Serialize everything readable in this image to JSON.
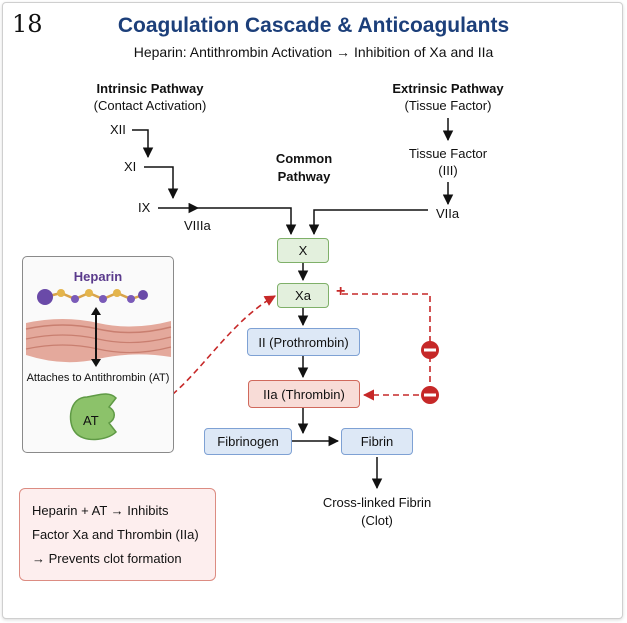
{
  "page_number": "18",
  "title": "Coagulation Cascade & Anticoagulants",
  "subtitle": "Heparin: Antithrombin Activation → Inhibition of Xa and IIa",
  "intrinsic": {
    "title": "Intrinsic Pathway",
    "subtitle": "(Contact Activation)",
    "factors": [
      "XII",
      "XI",
      "IX",
      "VIIIa"
    ]
  },
  "extrinsic": {
    "title": "Extrinsic Pathway",
    "subtitle": "(Tissue Factor)",
    "tissue_factor": "Tissue Factor",
    "tissue_factor_roman": "(III)",
    "factor": "VIIa"
  },
  "common": {
    "line1": "Common",
    "line2": "Pathway"
  },
  "nodes": {
    "x": "X",
    "xa": "Xa",
    "prothrombin": "II (Prothrombin)",
    "thrombin": "IIa (Thrombin)",
    "fibrinogen": "Fibrinogen",
    "fibrin": "Fibrin",
    "clot_line1": "Cross-linked Fibrin",
    "clot_line2": "(Clot)"
  },
  "heparin_panel": {
    "title": "Heparin",
    "attach_label": "Attaches to Antithrombin (AT)",
    "at_label": "AT"
  },
  "inhibit_symbol": "+",
  "note": {
    "lines": [
      "Heparin + AT → Inhibits",
      "Factor Xa and Thrombin (IIa)",
      "→ Prevents clot formation"
    ]
  },
  "colors": {
    "title": "#1c3f7a",
    "green_fill": "#e3f0dd",
    "green_border": "#7fb069",
    "blue_fill": "#dde8f6",
    "blue_border": "#7ea1d4",
    "red_fill": "#f8dcd7",
    "red_border": "#d0695c",
    "inhibition": "#c62828",
    "heparin": "#5a3a8c",
    "antithrombin": "#8cc26a"
  }
}
